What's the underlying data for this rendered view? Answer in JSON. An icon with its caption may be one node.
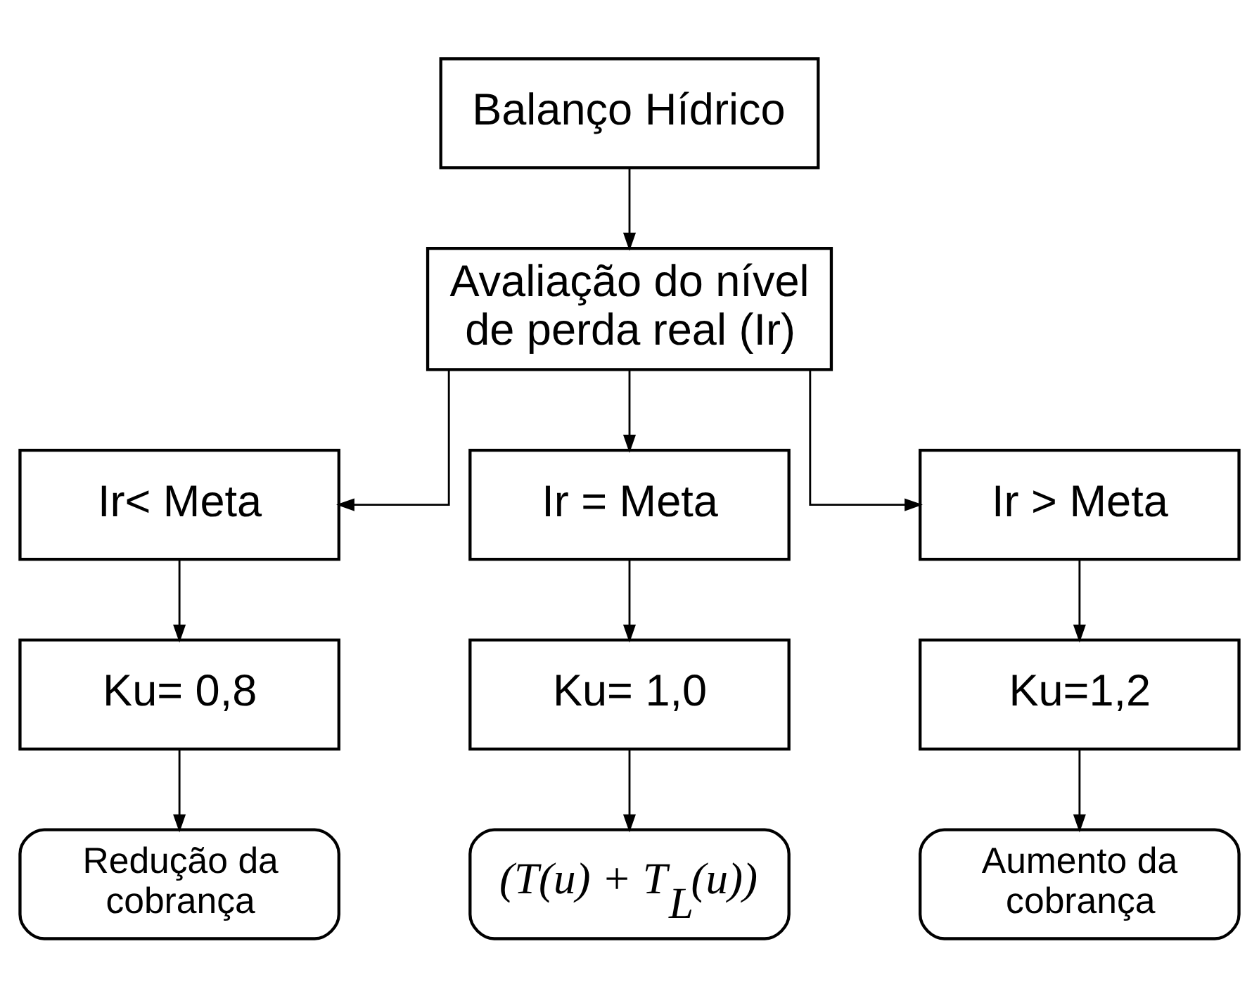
{
  "diagram": {
    "nodes": [
      {
        "text": [
          "Balanço Hídrico"
        ]
      },
      {
        "text": [
          "Avaliação do nível de perda real (Ir)"
        ]
      },
      {
        "text": [
          "Ir< Meta"
        ]
      },
      {
        "text": [
          "Ir = Meta"
        ]
      },
      {
        "text": [
          "Ir > Meta"
        ]
      },
      {
        "text": [
          "Ku= 0,8"
        ]
      },
      {
        "text": [
          "Ku= 1,0"
        ]
      },
      {
        "text": [
          "Ku=1,2"
        ]
      },
      {
        "text": [
          "Redução da cobrança"
        ]
      },
      {
        "text": [
          "(T(u) + T$_{L}$(u))"
        ]
      },
      {
        "text": [
          "Aumento da cobrança"
        ]
      }
    ],
    "edges": [
      {
        "from": 0,
        "to": 1,
        "arrow": "to"
      },
      {
        "from": 1,
        "to": 2,
        "arrow": "to"
      },
      {
        "from": 1,
        "to": 3,
        "arrow": "to"
      },
      {
        "from": 1,
        "to": 4,
        "arrow": "to"
      },
      {
        "from": 2,
        "to": 5,
        "arrow": "to"
      },
      {
        "from": 3,
        "to": 6,
        "arrow": "to"
      },
      {
        "from": 4,
        "to": 7,
        "arrow": "to"
      },
      {
        "from": 5,
        "to": 8,
        "arrow": "to"
      },
      {
        "from": 6,
        "to": 9,
        "arrow": "to"
      },
      {
        "from": 7,
        "to": 10,
        "arrow": "to"
      }
    ]
  }
}
